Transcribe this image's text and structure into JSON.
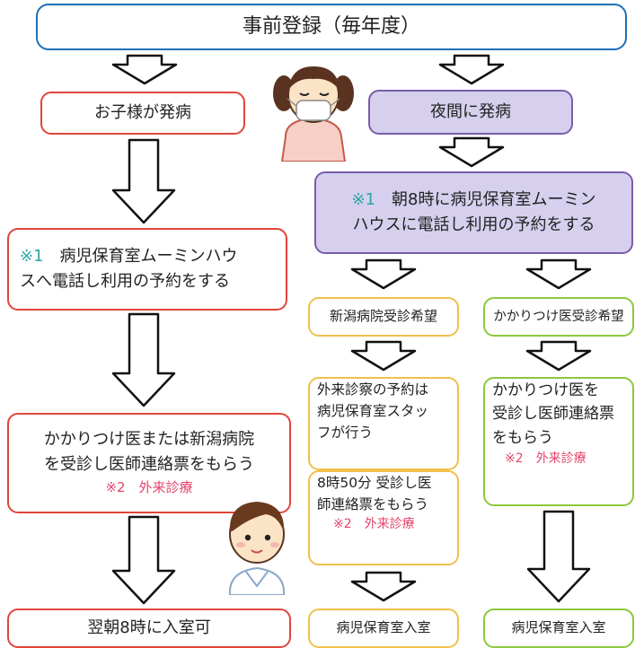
{
  "diagram": {
    "top": "事前登録（毎年度）",
    "left_start": "お子様が発病",
    "right_start": "夜間に発病",
    "left_reserve": {
      "mark": "※1",
      "line1": "病児保育室ムーミンハウ",
      "line2": "スへ電話し利用の予約をする"
    },
    "right_reserve": {
      "mark": "※1",
      "line1": "朝8時に病児保育室ムーミン",
      "line2": "ハウスに電話し利用の予約をする"
    },
    "left_visit": {
      "line1": "かかりつけ医または新潟病院",
      "line2": "を受診し医師連絡票をもらう",
      "note": "※2　外来診療"
    },
    "left_end": "翌朝8時に入室可",
    "niigata": {
      "header": "新潟病院受診希望",
      "booking": [
        "外来診察の予約は",
        "病児保育室スタッ",
        "フが行う"
      ],
      "visit": [
        "8時50分 受診し医",
        "師連絡票をもらう"
      ],
      "note": "※2　外来診療",
      "end": "病児保育室入室"
    },
    "family": {
      "header": "かかりつけ医受診希望",
      "visit": [
        "かかりつけ医を",
        "受診し医師連絡票",
        "をもらう"
      ],
      "note": "※2　外来診療",
      "end": "病児保育室入室"
    }
  },
  "colors": {
    "top_border": "#1f6fb8",
    "left_border": "#e0453a",
    "night_fill": "#d6d0ee",
    "night_border": "#7b5cab",
    "niigata_border": "#f0c04a",
    "family_border": "#8cc83c",
    "mark": "#2aa6a6",
    "note": "#e5446b"
  }
}
